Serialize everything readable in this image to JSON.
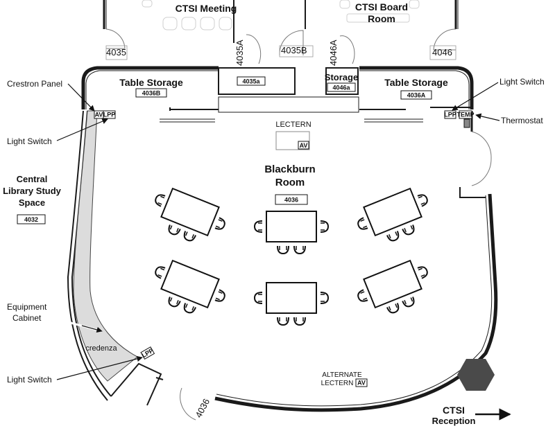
{
  "rooms": {
    "ctsi_meeting": "CTSI Meeting",
    "ctsi_board_line1": "CTSI Board",
    "ctsi_board_line2": "Room",
    "blackburn_line1": "Blackburn",
    "blackburn_line2": "Room",
    "blackburn_number": "4036",
    "storage_left_title": "Table Storage",
    "storage_left_number": "4036B",
    "storage_right_title": "Table Storage",
    "storage_right_number": "4036A",
    "storage_mid_title": "Storage",
    "storage_mid_number": "4046a",
    "closet_number": "4035a",
    "library_line1": "Central",
    "library_line2": "Library Study",
    "library_line3": "Space",
    "library_number": "4032"
  },
  "doors": {
    "d4035": "4035",
    "d4035A": "4035A",
    "d4035B": "4035B",
    "d4046A": "4046A",
    "d4046": "4046",
    "d4036": "4036"
  },
  "callouts": {
    "crestron": "Crestron Panel",
    "light_switch_left": "Light Switch",
    "light_switch_right": "Light Switch",
    "thermostat": "Thermostat",
    "equipment_line1": "Equipment",
    "equipment_line2": "Cabinet",
    "light_switch_bottom": "Light Switch"
  },
  "fixtures": {
    "lectern": "LECTERN",
    "lectern_av": "AV",
    "alt_lectern_line1": "ALTERNATE",
    "alt_lectern_line2": "LECTERN",
    "alt_lectern_av": "AV",
    "credenza": "credenza",
    "av_tag": "AV",
    "lpp_tag_left": "LPP",
    "lpp_tag_right": "LPP",
    "temp_tag": "TEMP",
    "lpp_tag_bottom": "LPP"
  },
  "reception_line1": "CTSI",
  "reception_line2": "Reception",
  "arrow": "→",
  "colors": {
    "wall": "#1a1a1a",
    "cabinet": "#dcdcdc",
    "hexagon": "#4a4a4a"
  }
}
